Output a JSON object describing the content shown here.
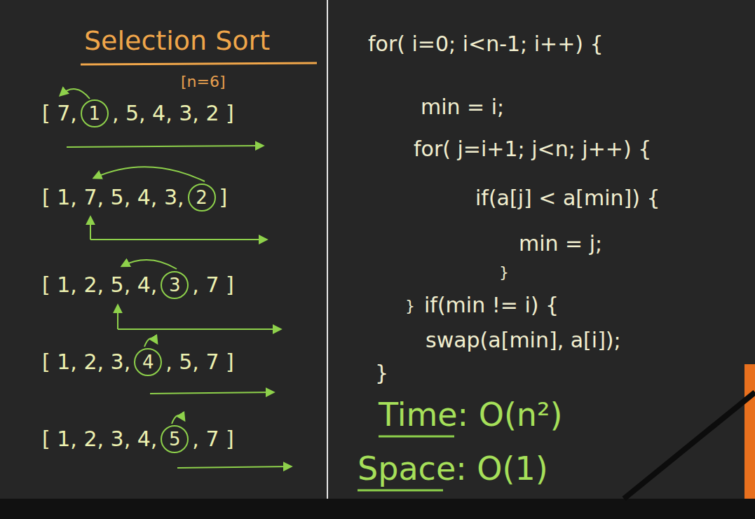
{
  "diagram": {
    "title": "Selection Sort",
    "nodes": [
      {
        "text": [
          "1"
        ]
      },
      {
        "text": [
          "2"
        ]
      },
      {
        "text": [
          "3"
        ]
      },
      {
        "text": [
          "4"
        ]
      },
      {
        "text": [
          "5"
        ]
      }
    ],
    "edges": [],
    "labels": [
      "[n=6]",
      "[ 7,",
      ", 5, 4, 3, 2 ]",
      "[ 1, 7, 5, 4, 3,",
      "]",
      "[ 1, 2, 5, 4,",
      ", 7 ]",
      "[ 1, 2, 3,",
      ", 5, 7 ]",
      "[ 1, 2, 3, 4,",
      ", 7 ]",
      "for( i=0; i<n-1; i++) {",
      "min = i;",
      "for( j=i+1; j<n; j++) {",
      "if(a[j] < a[min]) {",
      "min = j;",
      "}",
      "}",
      "if(min != i) {",
      "swap(a[min], a[i]);",
      "}",
      "Time: O(n²)",
      "Space: O(1)"
    ]
  }
}
